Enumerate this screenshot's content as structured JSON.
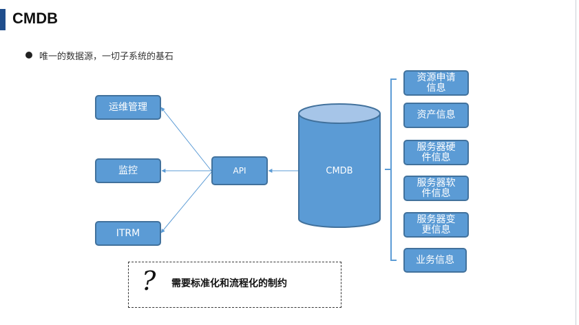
{
  "header": {
    "title": "CMDB"
  },
  "subtitle": "唯一的数据源，一切子系统的基石",
  "diagram": {
    "left_nodes": [
      "运维管理",
      "监控",
      "ITRM"
    ],
    "api_label": "API",
    "database_label": "CMDB",
    "right_nodes": [
      "资源申请\n信息",
      "资产信息",
      "服务器硬\n件信息",
      "服务器软\n件信息",
      "服务器变\n更信息",
      "业务信息"
    ]
  },
  "note": {
    "symbol": "?",
    "text": "需要标准化和流程化的制约"
  },
  "colors": {
    "node_fill": "#5b9bd5",
    "node_border": "#41719c",
    "connector": "#5b9bd5",
    "accent": "#1f4e8c"
  }
}
